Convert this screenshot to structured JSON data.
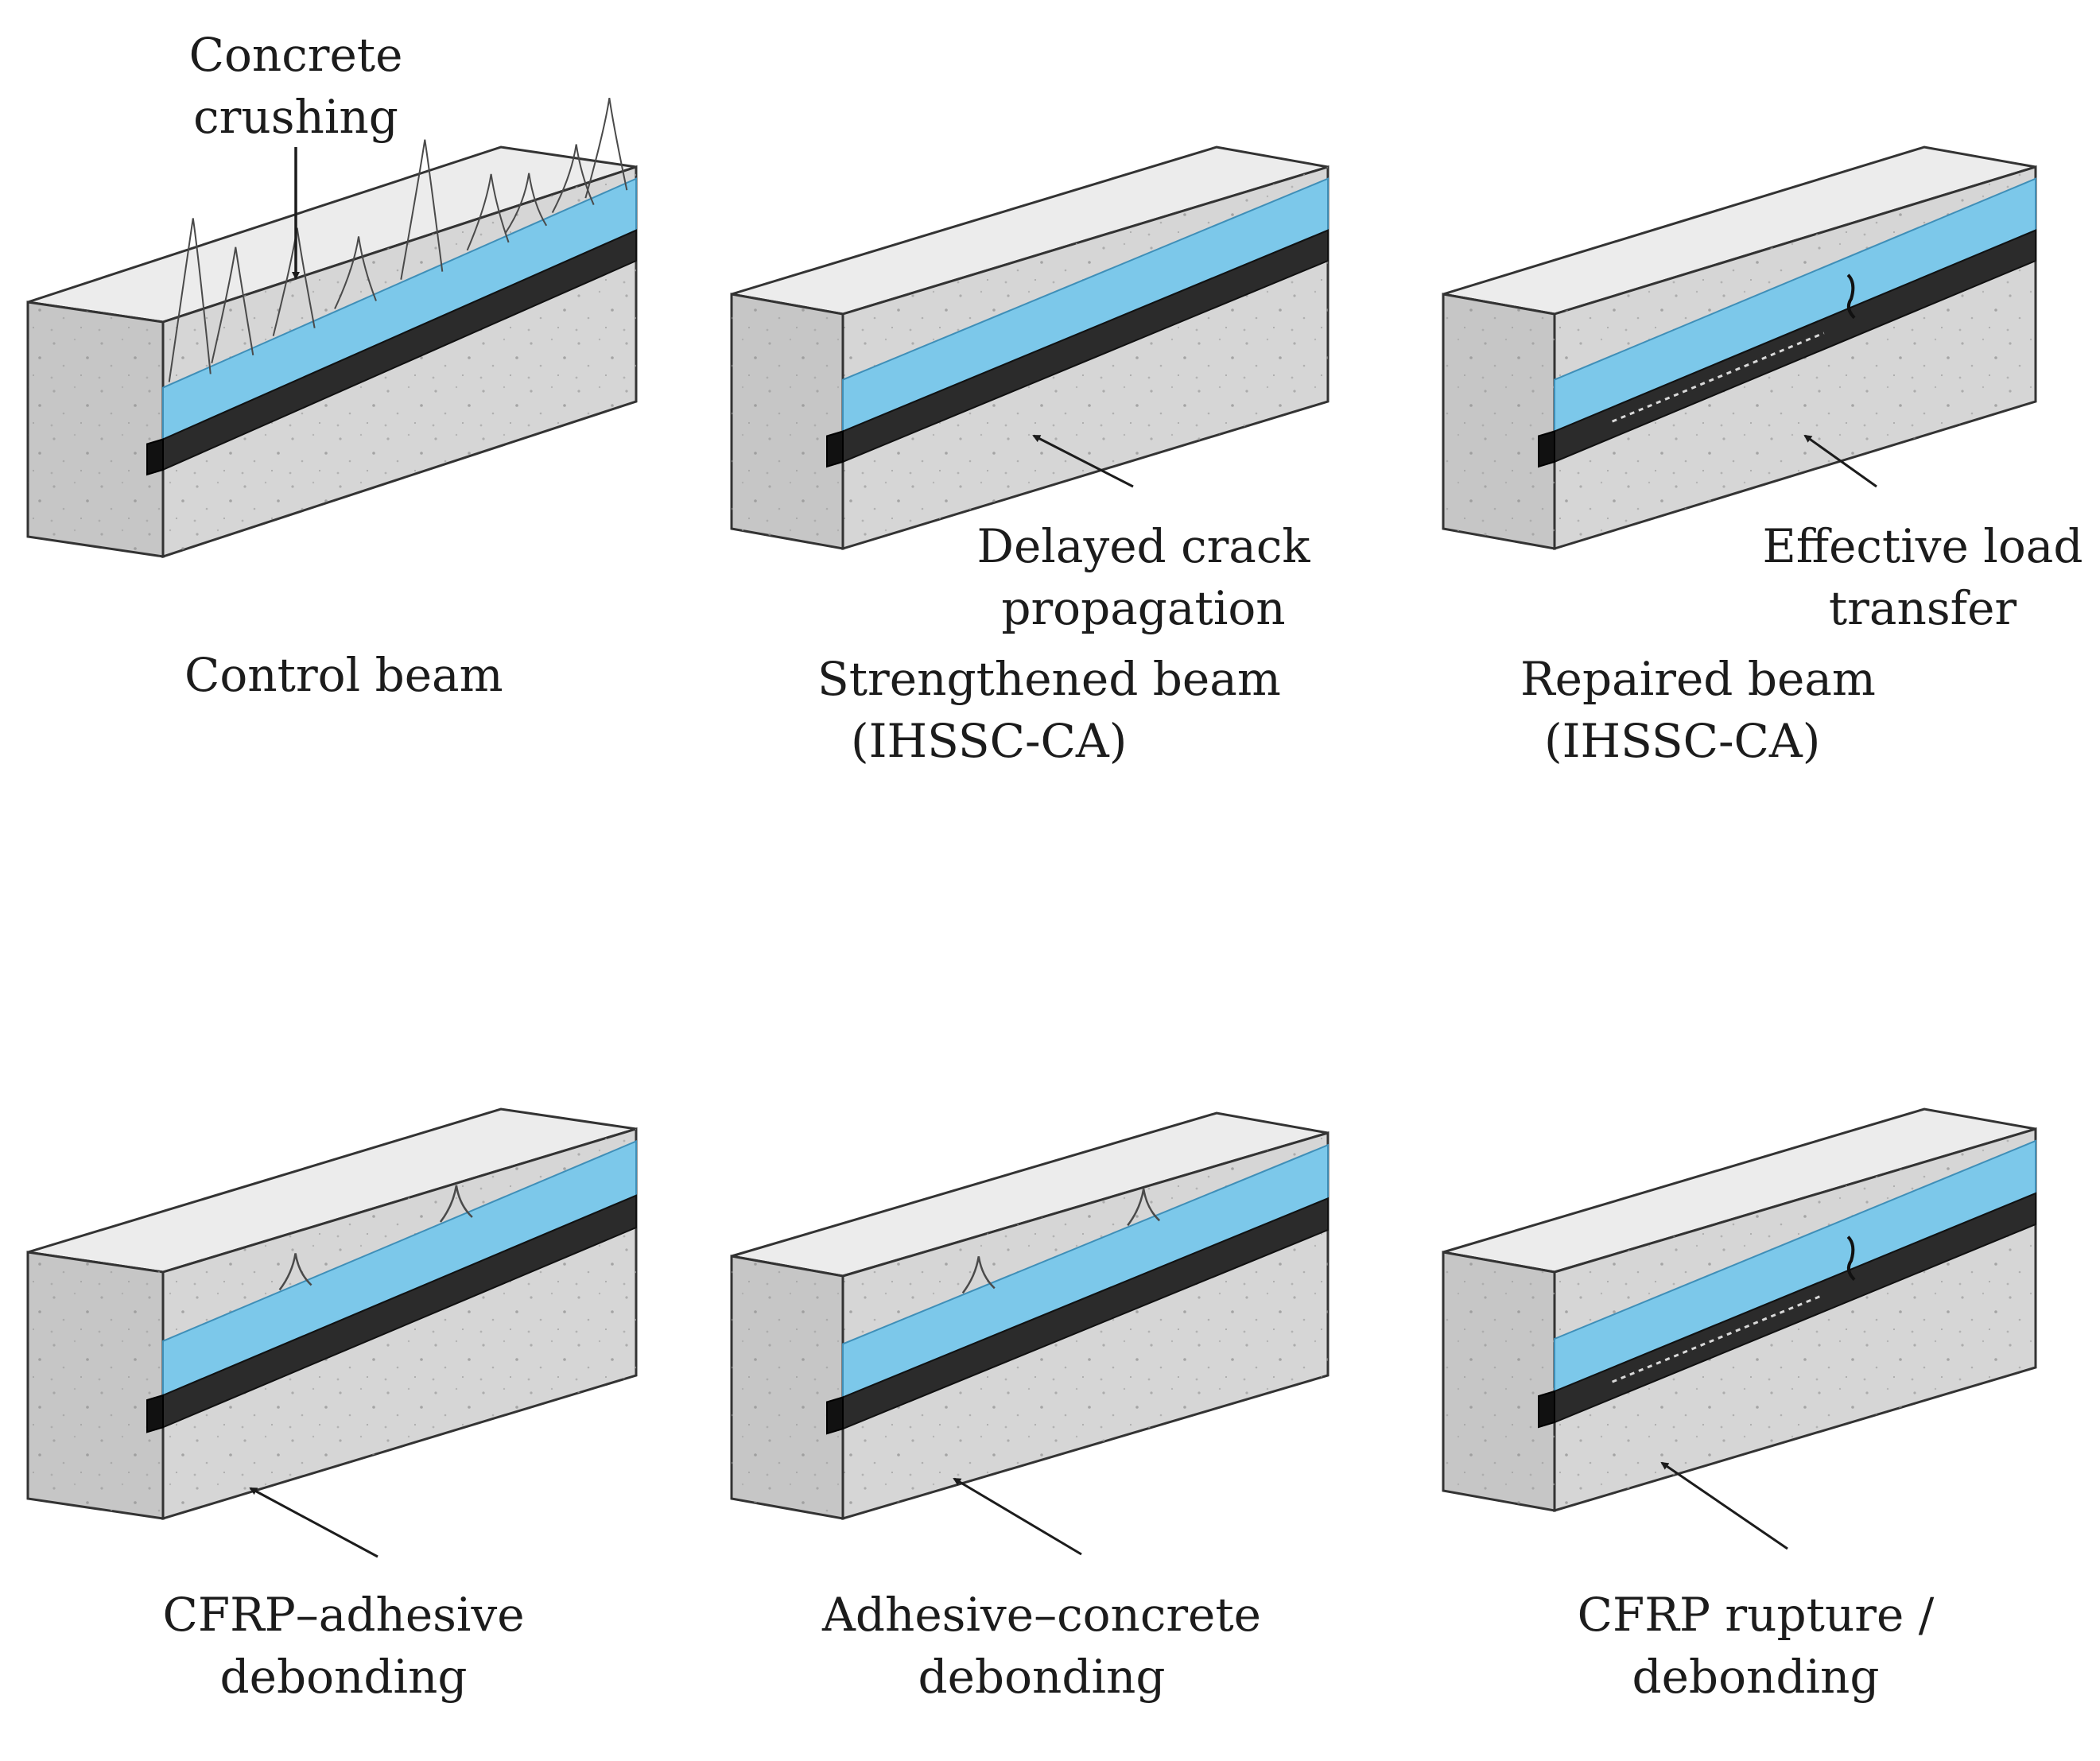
{
  "colors": {
    "concrete_top": "#ececec",
    "concrete_front": "#d6d6d6",
    "concrete_end": "#c6c6c6",
    "adhesive": "#7cc8ea",
    "cfrp_plate": "#2b2b2b",
    "crack_line": "#4a4a4a",
    "arrow": "#1c1c1c"
  },
  "panels": [
    {
      "id": "control",
      "caption": [
        "Control beam"
      ],
      "annotation": [
        "Concrete",
        "crushing"
      ],
      "features": [
        "flexural-cracks",
        "crushing-arrow"
      ]
    },
    {
      "id": "strengthened",
      "caption": [
        "Strengthened beam",
        "(IHSSC-CA)"
      ],
      "annotation": [
        "Delayed crack",
        "propagation"
      ],
      "features": [
        "pointer-arrow"
      ]
    },
    {
      "id": "repaired",
      "caption": [
        "Repaired beam",
        "(IHSSC-CA)"
      ],
      "annotation": [
        "Effective load",
        "transfer"
      ],
      "features": [
        "repair-crack",
        "pointer-arrow"
      ]
    },
    {
      "id": "cfrp-adhesive",
      "caption": [
        "CFRP–adhesive",
        "debonding"
      ],
      "features": [
        "small-cracks",
        "pointer-arrow"
      ]
    },
    {
      "id": "adhesive-concrete",
      "caption": [
        "Adhesive–concrete",
        "debonding"
      ],
      "features": [
        "small-cracks",
        "pointer-arrow"
      ]
    },
    {
      "id": "cfrp-rupture",
      "caption": [
        "CFRP rupture /",
        "debonding"
      ],
      "features": [
        "repair-crack",
        "pointer-arrow"
      ]
    }
  ]
}
